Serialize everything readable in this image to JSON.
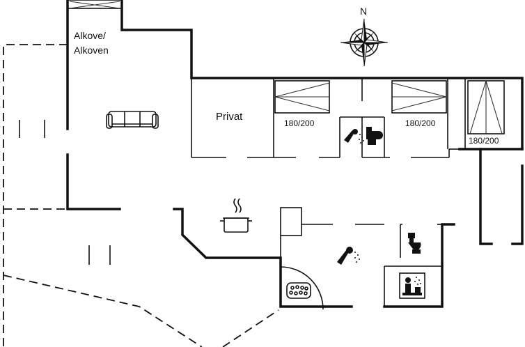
{
  "labels": {
    "alcove_line1": "Alkove/",
    "alcove_line2": "Alkoven",
    "private_room": "Privat",
    "bed_size_1": "180/200",
    "bed_size_2": "180/200",
    "bed_size_3": "180/200",
    "compass_north": "N"
  },
  "icons": {
    "sofa": "sofa-icon",
    "kitchen": "cooking-pot-icon",
    "toilet": "toilet-icon",
    "shower": "shower-icon",
    "sauna": "sauna-icon",
    "whirlpool": "whirlpool-icon",
    "compass": "compass-rose-icon"
  }
}
